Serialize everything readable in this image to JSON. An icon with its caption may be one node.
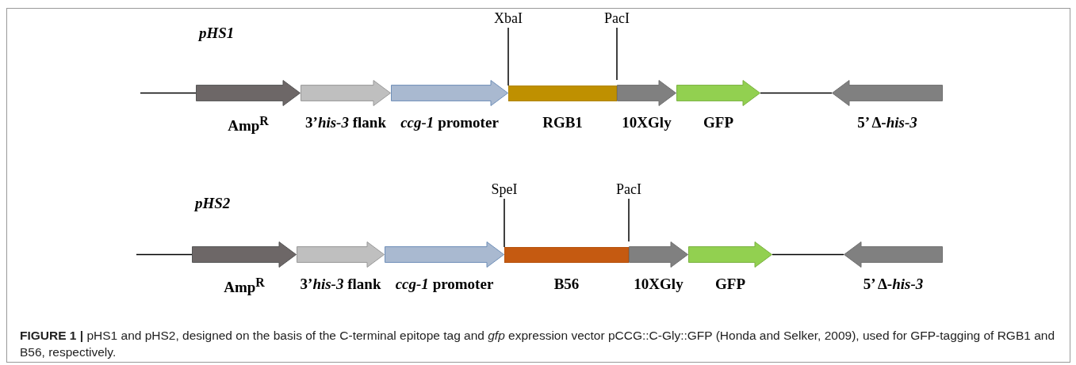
{
  "diagram": {
    "caption": "**FIGURE 1 |** pHS1 and pHS2, designed on the basis of the C-terminal epitope tag and *gfp* expression vector pCCG::C-Gly::GFP (Honda and Selker, 2009), used for GFP-tagging of RGB1 and B56, respectively.",
    "nodes": [
      {
        "text": [],
        "shape": "arrow",
        "beside": [
          "Amp$^{R}$"
        ]
      },
      {
        "text": [],
        "shape": "arrow",
        "beside": [
          "3’*his-3* flank"
        ]
      },
      {
        "text": [],
        "shape": "arrow",
        "beside": [
          "*ccg-1* promoter"
        ]
      },
      {
        "text": [],
        "shape": "bar",
        "beside": [
          "RGB1"
        ]
      },
      {
        "text": [],
        "shape": "arrow",
        "beside": [
          "10XGly"
        ]
      },
      {
        "text": [],
        "shape": "arrow",
        "beside": [
          "GFP"
        ]
      },
      {
        "text": [],
        "shape": "arrow",
        "beside": [
          "5’ Δ-*his-3*"
        ]
      },
      {
        "text": [
          "XbaI"
        ]
      },
      {
        "text": [
          "PacI"
        ]
      },
      {
        "text": [],
        "shape": "arrow",
        "beside": [
          "Amp$^{R}$"
        ]
      },
      {
        "text": [],
        "shape": "arrow",
        "beside": [
          "3’*his-3* flank"
        ]
      },
      {
        "text": [],
        "shape": "arrow",
        "beside": [
          "*ccg-1* promoter"
        ]
      },
      {
        "text": [],
        "shape": "bar",
        "beside": [
          "B56"
        ]
      },
      {
        "text": [],
        "shape": "arrow",
        "beside": [
          "10XGly"
        ]
      },
      {
        "text": [],
        "shape": "arrow",
        "beside": [
          "GFP"
        ]
      },
      {
        "text": [],
        "shape": "arrow",
        "beside": [
          "5’ Δ-*his-3*"
        ]
      },
      {
        "text": [
          "SpeI"
        ]
      },
      {
        "text": [
          "PacI"
        ]
      }
    ],
    "edges": [
      {
        "from": null,
        "to": 0,
        "arrow": "none"
      },
      {
        "from": 5,
        "to": 6,
        "arrow": "none"
      },
      {
        "from": 7,
        "to": 3,
        "arrow": "none"
      },
      {
        "from": 8,
        "to": 4,
        "arrow": "none"
      },
      {
        "from": null,
        "to": 9,
        "arrow": "none"
      },
      {
        "from": 14,
        "to": 15,
        "arrow": "none"
      },
      {
        "from": 16,
        "to": 12,
        "arrow": "none"
      },
      {
        "from": 17,
        "to": 13,
        "arrow": "none"
      }
    ],
    "labels": [
      "pHS1",
      "pHS2"
    ]
  }
}
